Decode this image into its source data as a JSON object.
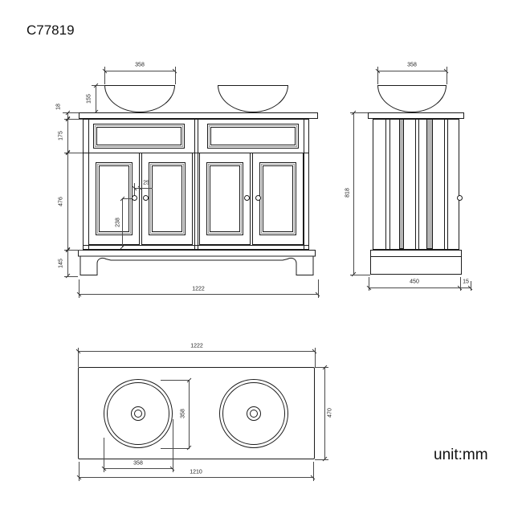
{
  "title": "C77819",
  "unit_label": "unit:mm",
  "colors": {
    "line": "#1c1c1c",
    "dimension": "#4a4a4a",
    "slat_fill": "#b5b5b5",
    "background": "#ffffff"
  },
  "views": {
    "front": {
      "name": "front elevation",
      "dims": {
        "basin_width": "358",
        "basin_height": "155",
        "worktop_thickness": "18",
        "frieze_height": "175",
        "door_height": "476",
        "plinth_height": "145",
        "handle_offset": "25",
        "handle_center_height": "238",
        "overall_width": "1222"
      }
    },
    "side": {
      "name": "side elevation",
      "dims": {
        "basin_width": "358",
        "overall_height": "818",
        "depth": "450",
        "worktop_overhang": "15"
      }
    },
    "plan": {
      "name": "plan view",
      "dims": {
        "worktop_width": "1222",
        "worktop_depth": "470",
        "basin_diameter_vertical": "358",
        "basin_diameter_horizontal": "358",
        "base_width": "1210"
      }
    }
  }
}
